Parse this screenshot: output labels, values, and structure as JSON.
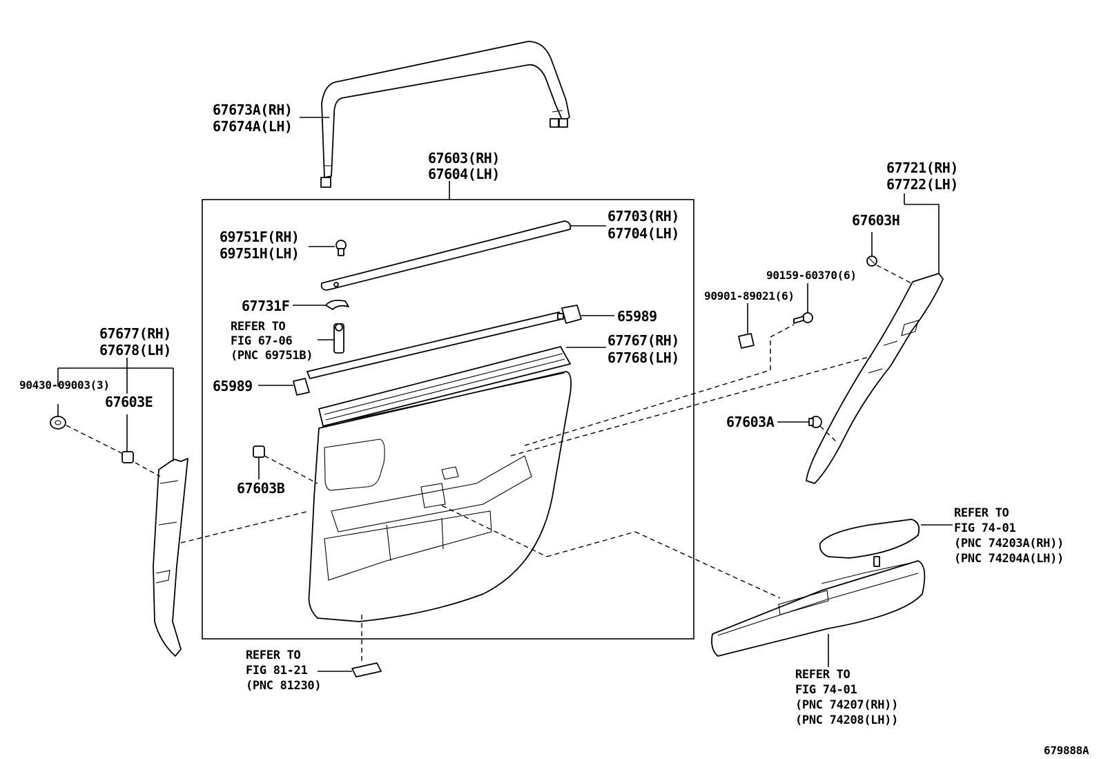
{
  "labels": {
    "trim_upper_a": "67673A(RH)",
    "trim_upper_b": "67674A(LH)",
    "board_a": "67603(RH)",
    "board_b": "67604(LH)",
    "garnish_a": "67721(RH)",
    "garnish_b": "67722(LH)",
    "clip_h": "67603H",
    "screw_90159": "90159-60370(6)",
    "nut_90901": "90901-89021(6)",
    "clip_a": "67603A",
    "pin_a": "69751F(RH)",
    "pin_b": "69751H(LH)",
    "weather_a": "67703(RH)",
    "weather_b": "67704(LH)",
    "clip_67731f": "67731F",
    "cover_65989_top": "65989",
    "panel_a": "67767(RH)",
    "panel_b": "67768(LH)",
    "cover_65989_left": "65989",
    "pillar_a": "67677(RH)",
    "pillar_b": "67678(LH)",
    "washer_90430": "90430-09003(3)",
    "clip_e": "67603E",
    "clip_b": "67603B",
    "diagram_id": "679888A"
  },
  "refs": {
    "ref_6706": [
      "REFER TO",
      "FIG 67-06",
      "(PNC 69751B)"
    ],
    "ref_8121": [
      "REFER TO",
      "FIG 81-21",
      "(PNC 81230)"
    ],
    "ref_7401_top": [
      "REFER TO",
      "FIG 74-01",
      "(PNC 74203A(RH))",
      "(PNC 74204A(LH))"
    ],
    "ref_7401_bottom": [
      "REFER TO",
      "FIG 74-01",
      "(PNC 74207(RH))",
      "(PNC 74208(LH))"
    ]
  }
}
